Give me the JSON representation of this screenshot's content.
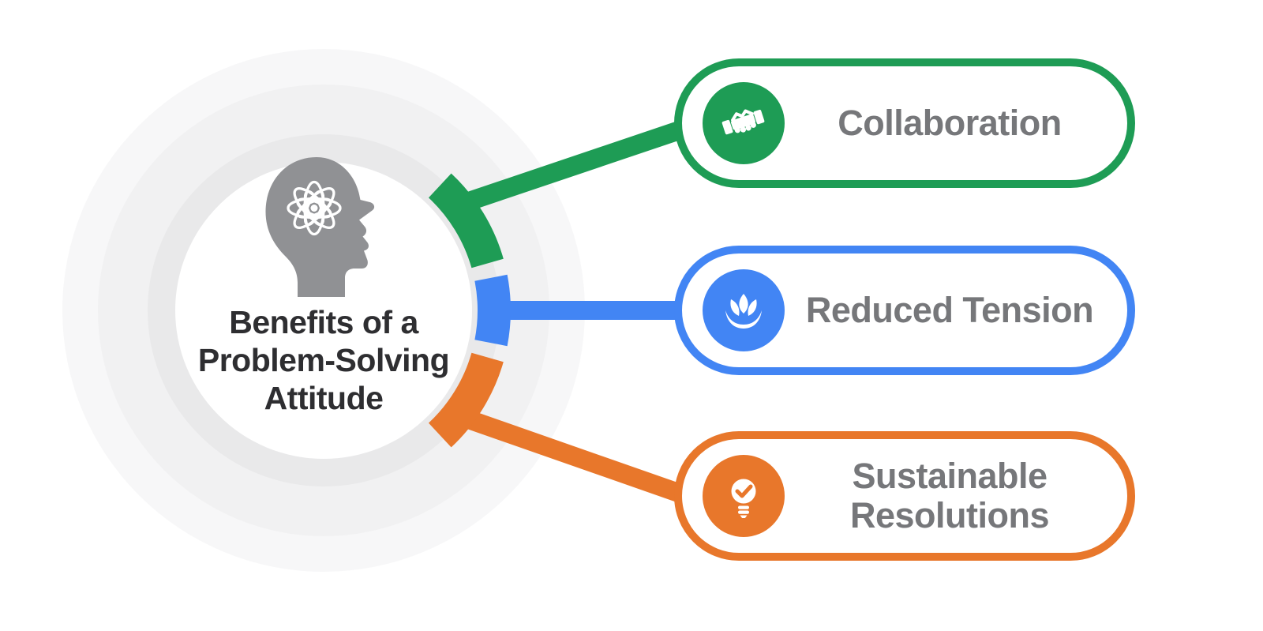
{
  "title": {
    "full": "Benefits of a Problem-Solving Attitude",
    "lines": [
      "Benefits of a",
      "Problem-Solving",
      "Attitude"
    ]
  },
  "center": {
    "icon": "head-with-flower-icon"
  },
  "benefits": [
    {
      "label": "Collaboration",
      "color": "#1e9c55",
      "icon": "handshake-icon"
    },
    {
      "label": "Reduced Tension",
      "color": "#4285f4",
      "icon": "lotus-icon"
    },
    {
      "label": "Sustainable Resolutions",
      "color": "#e8772b",
      "icon": "lightbulb-check-icon"
    }
  ],
  "colors": {
    "green": "#1e9c55",
    "blue": "#4285f4",
    "orange": "#e8772b",
    "label_text": "#76777a",
    "title_text": "#2e2e31",
    "head_gray": "#909194",
    "ring_gray": "#e9e9ea",
    "halo_outer": "#f7f7f8",
    "halo_inner": "#f1f1f2",
    "background": "#ffffff"
  }
}
